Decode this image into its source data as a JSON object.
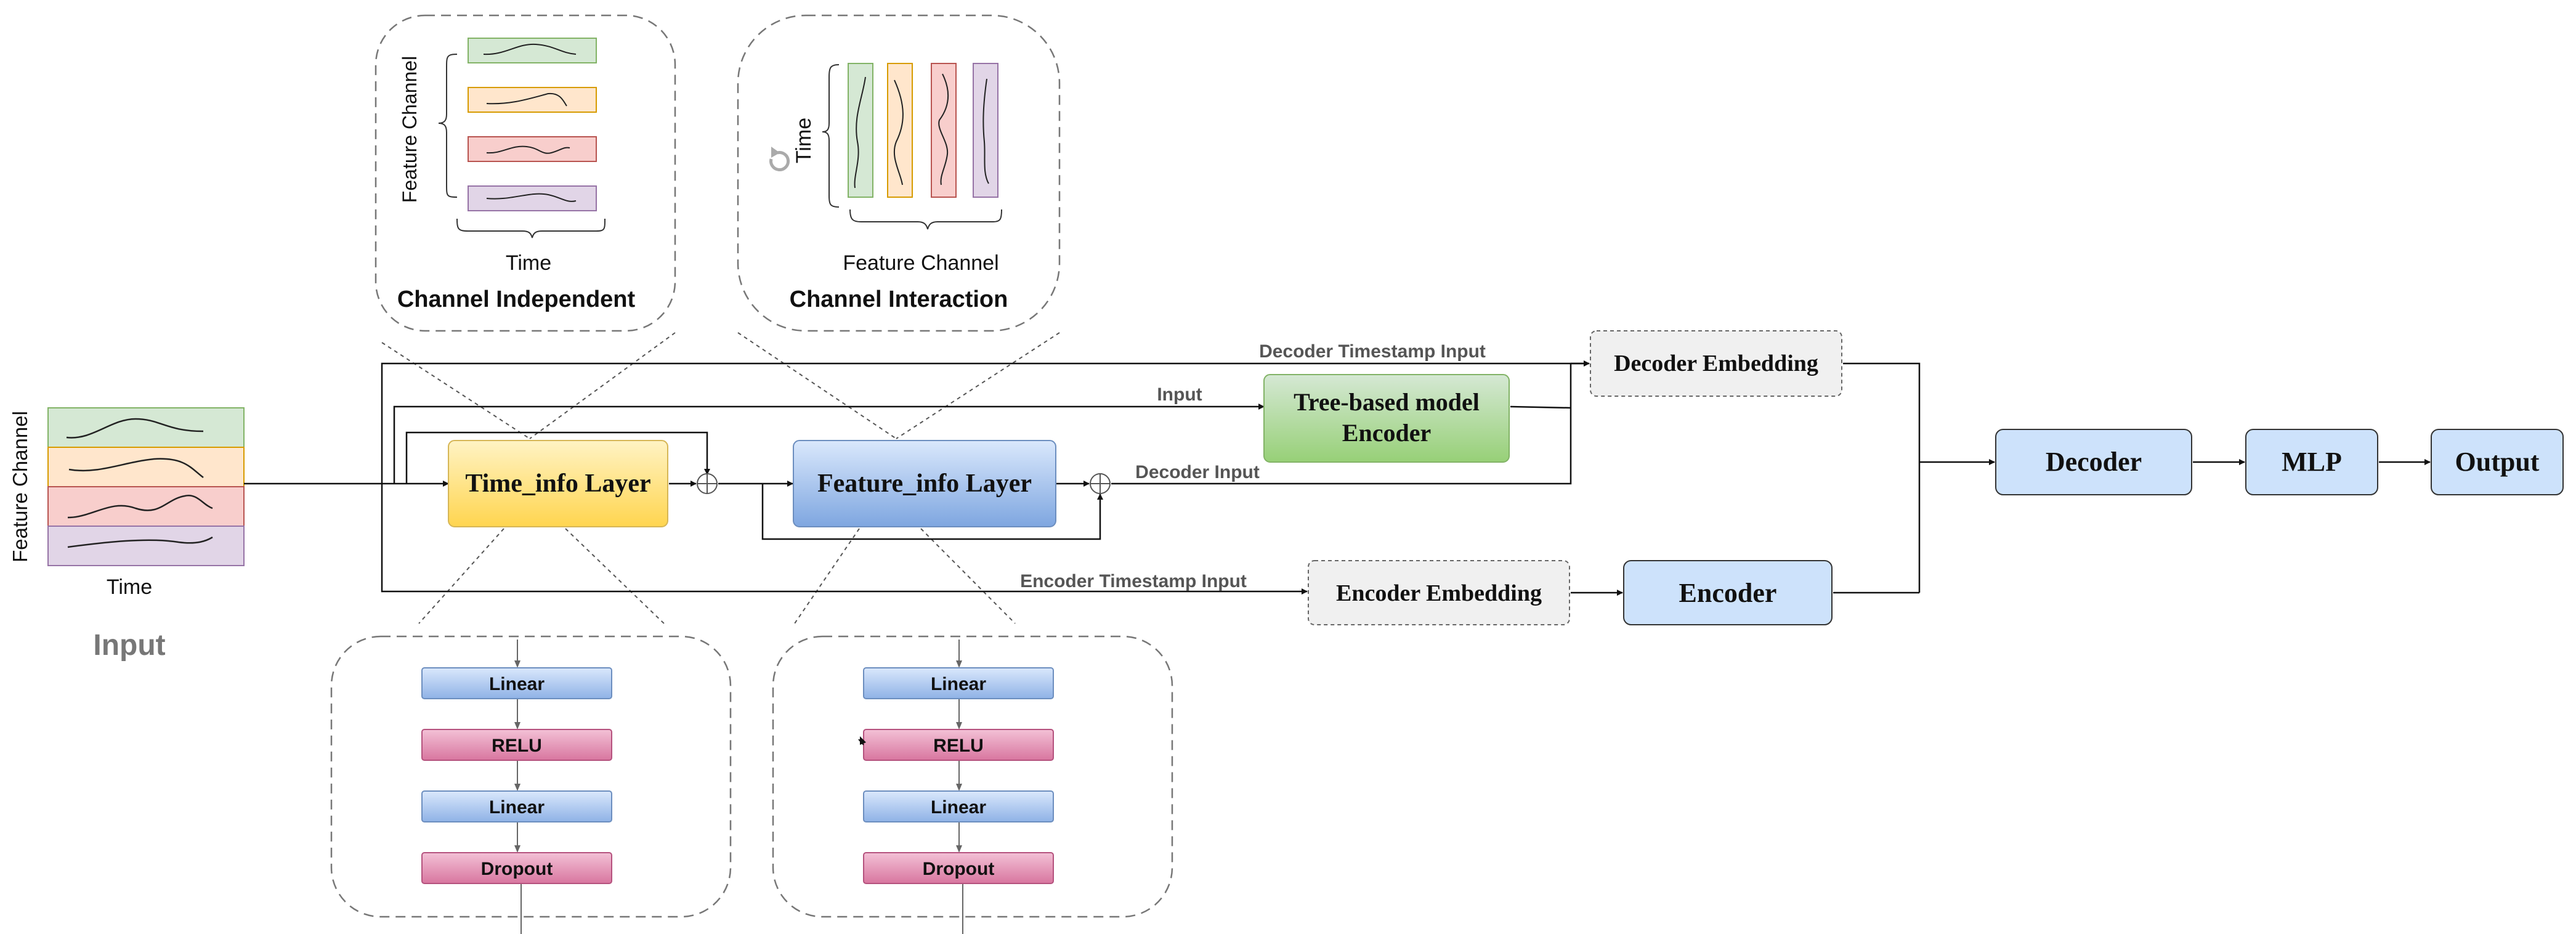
{
  "input": {
    "y_axis_label": "Feature Channel",
    "x_axis_label": "Time",
    "caption": "Input"
  },
  "channel_independent": {
    "y_axis_label": "Feature Channel",
    "x_axis_label": "Time",
    "title": "Channel Independent"
  },
  "channel_interaction": {
    "y_axis_label": "Time",
    "x_axis_label": "Feature Channel",
    "title": "Channel Interaction"
  },
  "blocks": {
    "time_info": "Time_info Layer",
    "feature_info": "Feature_info Layer",
    "tree_model_line1": "Tree-based model",
    "tree_model_line2": "Encoder",
    "decoder_embedding": "Decoder Embedding",
    "encoder_embedding": "Encoder Embedding",
    "encoder": "Encoder",
    "decoder": "Decoder",
    "mlp": "MLP",
    "output": "Output"
  },
  "edge_labels": {
    "decoder_timestamp_input": "Decoder Timestamp Input",
    "input": "Input",
    "decoder_input": "Decoder Input",
    "encoder_timestamp_input": "Encoder Timestamp Input"
  },
  "time_mlp_layers": [
    "Linear",
    "RELU",
    "Linear",
    "Dropout"
  ],
  "feature_mlp_layers": [
    "Linear",
    "RELU",
    "Linear",
    "Dropout"
  ],
  "colors": {
    "green_fill": "#d5e8d4",
    "green_stroke": "#82b366",
    "orange_fill": "#ffe6cc",
    "orange_stroke": "#d79b00",
    "red_fill": "#f8cecc",
    "red_stroke": "#b85450",
    "purple_fill": "#e1d5e7",
    "purple_stroke": "#9673a6",
    "blue_fill": "#dae8fc",
    "blue_stroke": "#6c8ebf",
    "yellow_fill": "#ffe37a",
    "yellow_stroke": "#d6b656",
    "gray_fill": "#f0f0f0",
    "gray_stroke": "#666666",
    "pink_fill": "#e38bb0",
    "pink_stroke": "#b5527e"
  }
}
